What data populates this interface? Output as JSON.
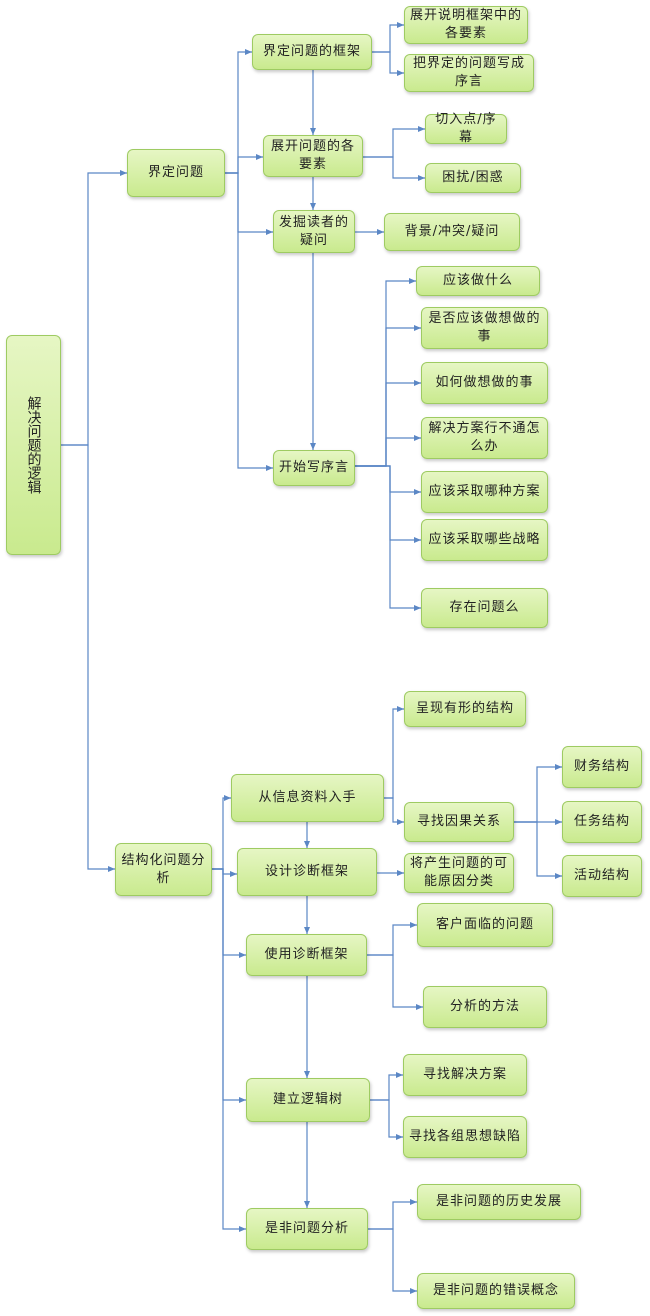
{
  "root": "解决问题的逻辑",
  "defining": {
    "label": "界定问题",
    "frame": "界定问题的框架",
    "frame_children": [
      "展开说明框架中的各要素",
      "把界定的问题写成序言"
    ],
    "elements": "展开问题的各要素",
    "elements_children": [
      "切入点/序幕",
      "困扰/困惑"
    ],
    "reader": "发掘读者的疑问",
    "reader_children": [
      "背景/冲突/疑问"
    ],
    "preface": "开始写序言",
    "preface_children": [
      "应该做什么",
      "是否应该做想做的事",
      "如何做想做的事",
      "解决方案行不通怎么办",
      "应该采取哪种方案",
      "应该采取哪些战略",
      "存在问题么"
    ]
  },
  "structural": {
    "label": "结构化问题分析",
    "info": "从信息资料入手",
    "info_children": [
      "呈现有形的结构",
      "寻找因果关系"
    ],
    "causal_children": [
      "财务结构",
      "任务结构",
      "活动结构"
    ],
    "design": "设计诊断框架",
    "design_children": [
      "将产生问题的可能原因分类"
    ],
    "use": "使用诊断框架",
    "use_children": [
      "客户面临的问题",
      "分析的方法"
    ],
    "tree": "建立逻辑树",
    "tree_children": [
      "寻找解决方案",
      "寻找各组思想缺陷"
    ],
    "yesno": "是非问题分析",
    "yesno_children": [
      "是非问题的历史发展",
      "是非问题的错误概念"
    ]
  },
  "colors": {
    "node_fill": "#d5efa6",
    "node_border": "#9ecb62",
    "link": "#5b87c5"
  }
}
